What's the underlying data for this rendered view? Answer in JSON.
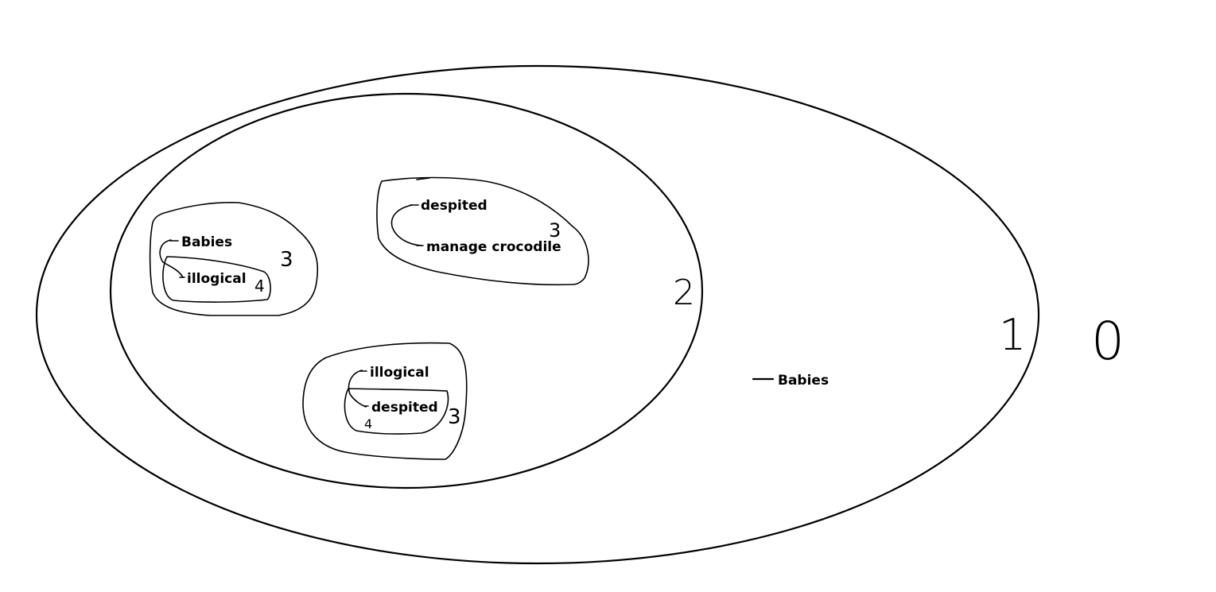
{
  "diagram": {
    "region_numbers": {
      "outer_region": "0",
      "level_1": "1",
      "level_2": "2",
      "group_a_outer": "3",
      "group_a_inner": "4",
      "group_b": "3",
      "group_c_outer": "3",
      "group_c_inner": "4"
    },
    "group_a": {
      "label_outer": "Babies",
      "label_inner": "illogical"
    },
    "group_b": {
      "label_top": "despited",
      "label_bottom": "manage crocodile"
    },
    "group_c": {
      "label_outer": "illogical",
      "label_inner": "despited"
    },
    "level_1_label": "Babies",
    "colors": {
      "stroke": "#000000",
      "background": "#ffffff"
    }
  }
}
